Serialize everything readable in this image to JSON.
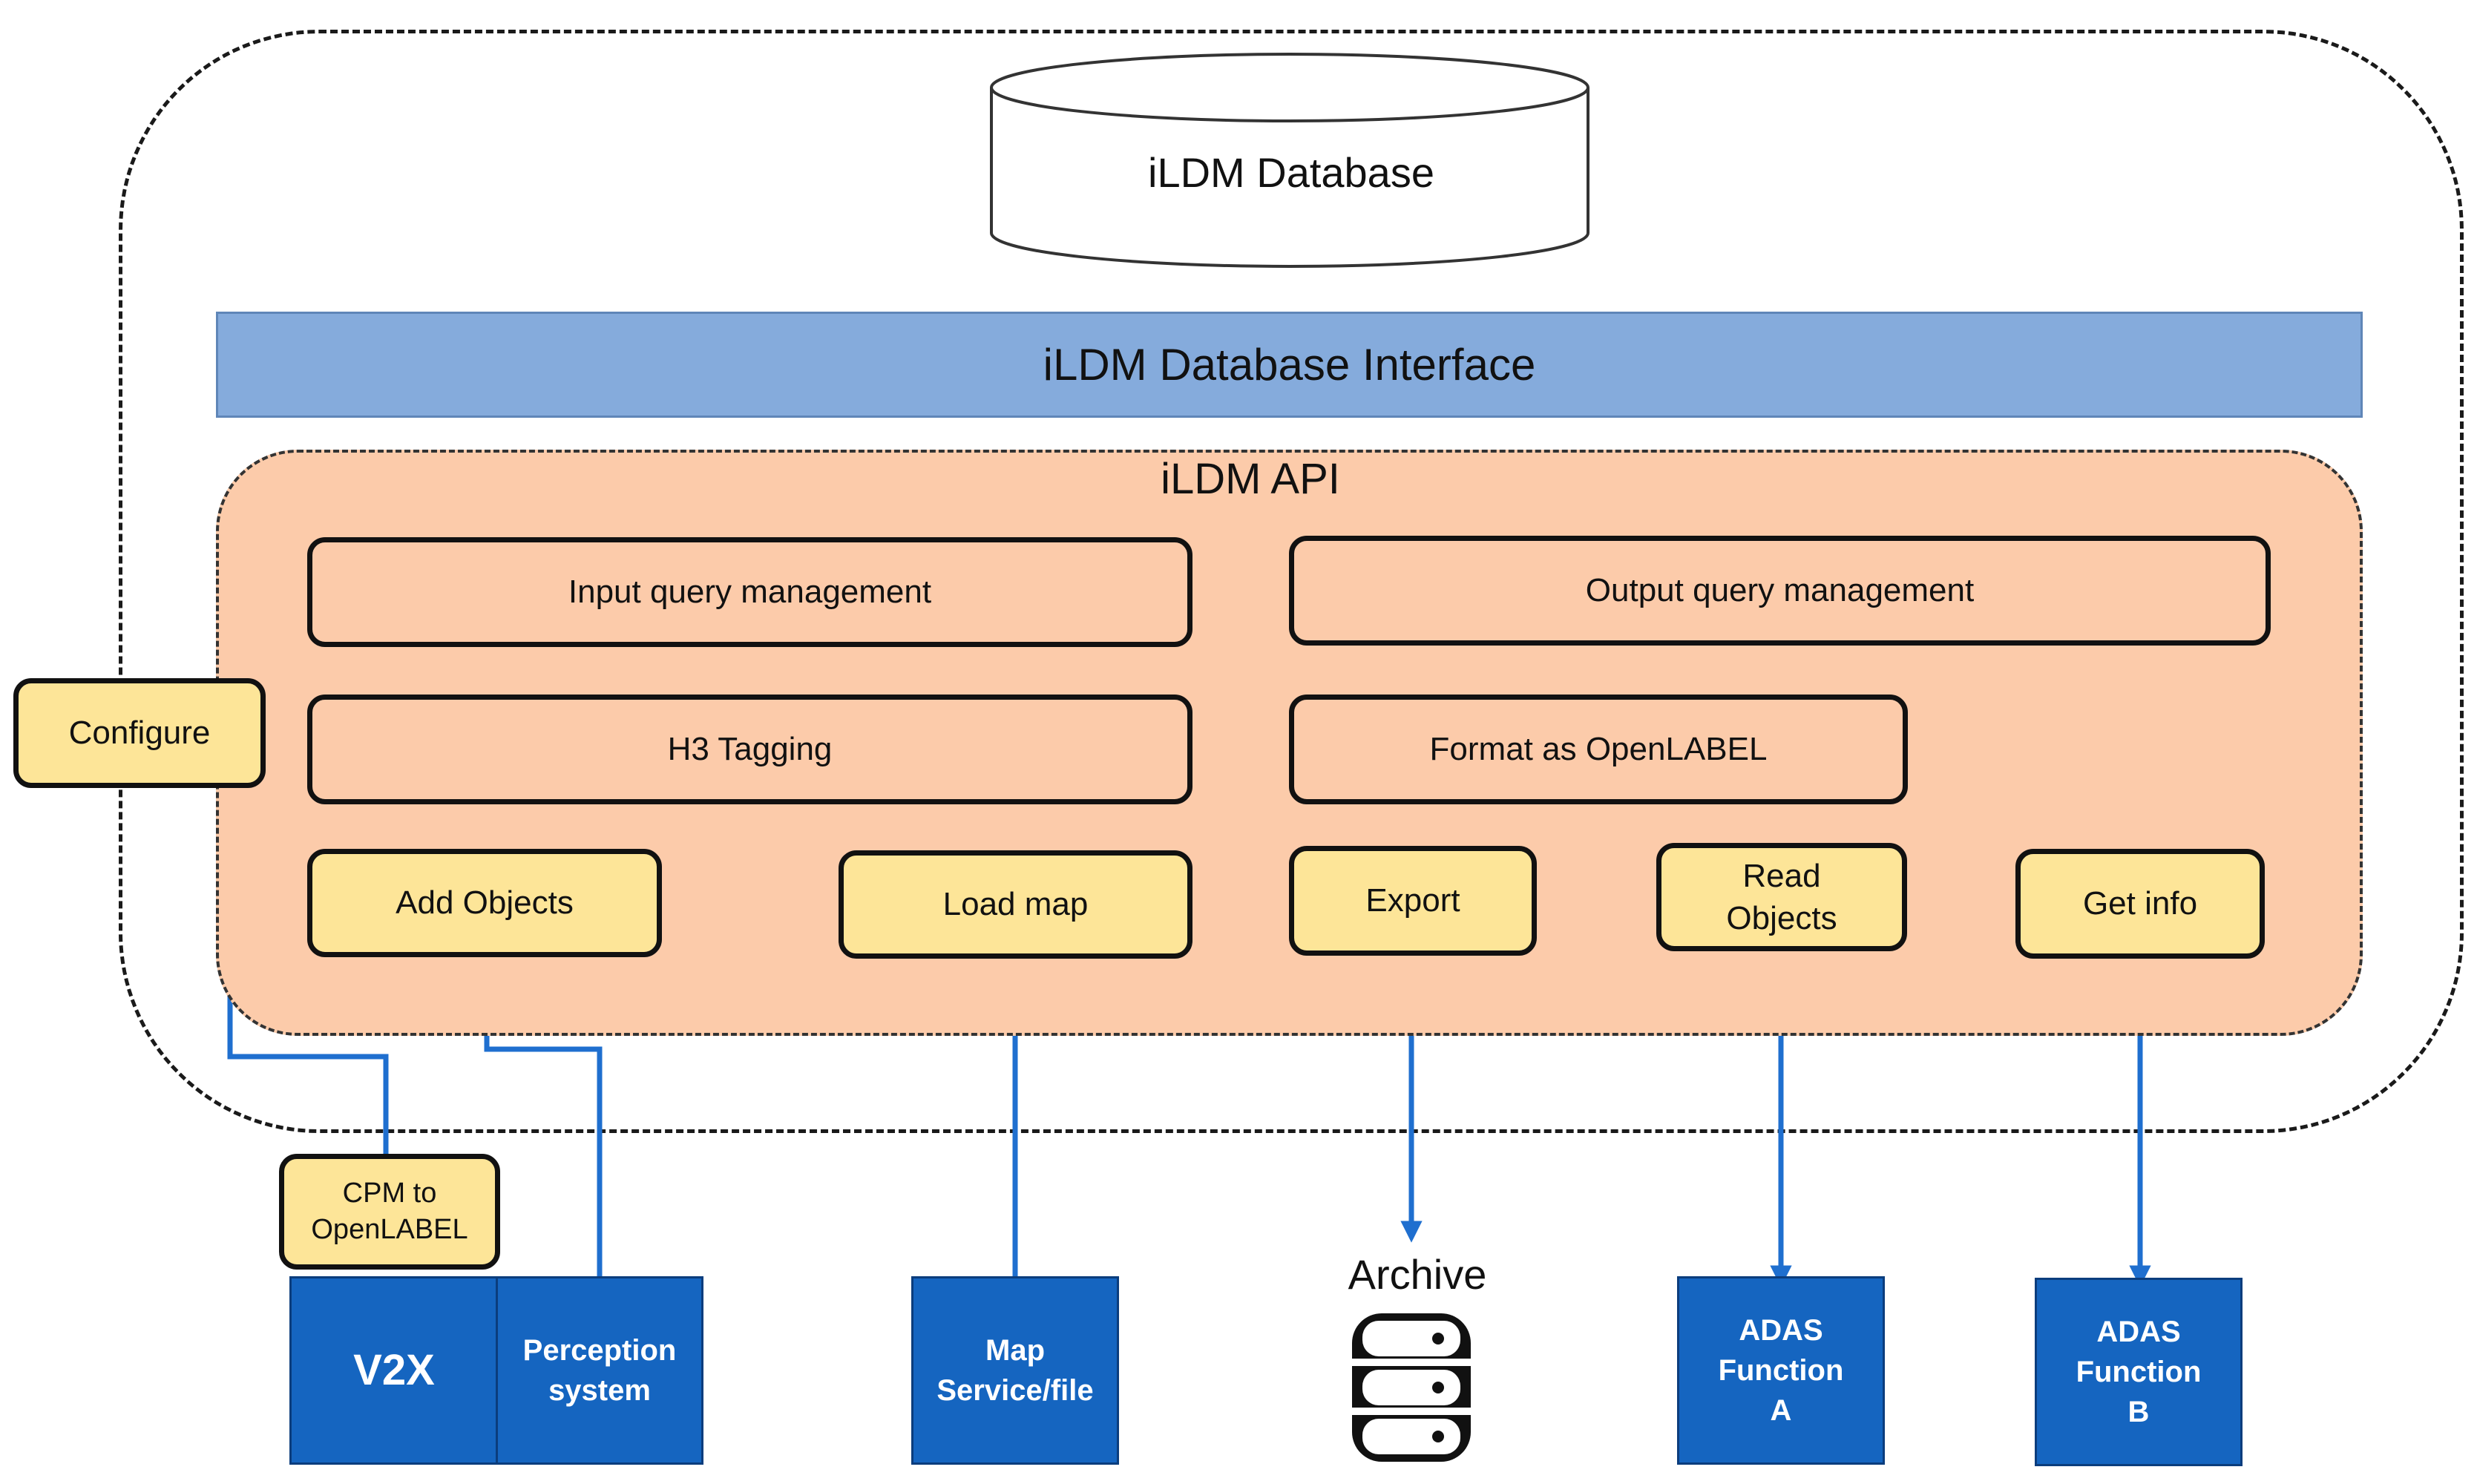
{
  "database": {
    "label": "iLDM Database"
  },
  "interface": {
    "label": "iLDM Database Interface"
  },
  "api": {
    "title": "iLDM API",
    "input_query": "Input query management",
    "output_query": "Output query management",
    "h3_tagging": "H3 Tagging",
    "format_openlabel": "Format as OpenLABEL",
    "add_objects": "Add Objects",
    "load_map": "Load map",
    "export": "Export",
    "read_objects": "Read Objects",
    "get_info": "Get info"
  },
  "configure": "Configure",
  "cpm": "CPM to OpenLABEL",
  "sources": {
    "v2x": "V2X",
    "perception": "Perception system",
    "map": "Map Service/file"
  },
  "archive": "Archive",
  "consumers": {
    "adas_a": "ADAS Function A",
    "adas_b": "ADAS Function B"
  },
  "colors": {
    "interface_fill": "#85abdc",
    "api_fill": "#fccbaa",
    "function_fill": "#fde598",
    "source_fill": "#1565c0",
    "arrow": "#1f6fcf"
  }
}
